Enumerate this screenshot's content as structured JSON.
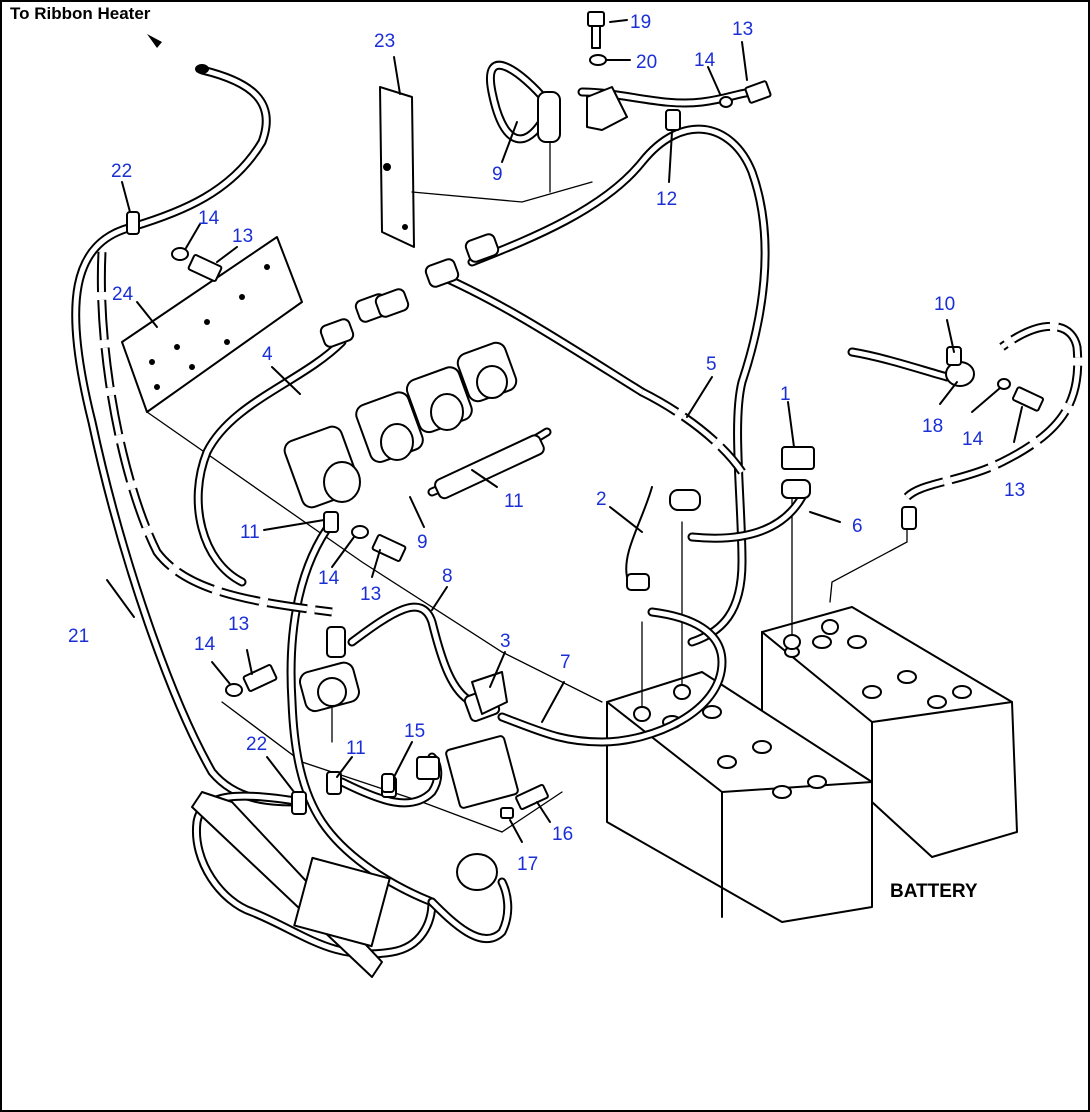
{
  "captions": {
    "top_left": "To Ribbon Heater",
    "battery": "BATTERY"
  },
  "part_numbers": {
    "p1": "1",
    "p2": "2",
    "p3": "3",
    "p4": "4",
    "p5": "5",
    "p6": "6",
    "p7": "7",
    "p8": "8",
    "p9a": "9",
    "p9b": "9",
    "p10": "10",
    "p11a": "11",
    "p11b": "11",
    "p11c": "11",
    "p12": "12",
    "p13a": "13",
    "p13b": "13",
    "p13c": "13",
    "p13d": "13",
    "p13e": "13",
    "p14a": "14",
    "p14b": "14",
    "p14c": "14",
    "p14d": "14",
    "p14e": "14",
    "p15": "15",
    "p16": "16",
    "p17": "17",
    "p18": "18",
    "p19": "19",
    "p20": "20",
    "p21": "21",
    "p22a": "22",
    "p22b": "22",
    "p23": "23",
    "p24": "24"
  },
  "colors": {
    "label": "#1a2fd6",
    "line": "#000000",
    "background": "#ffffff"
  }
}
